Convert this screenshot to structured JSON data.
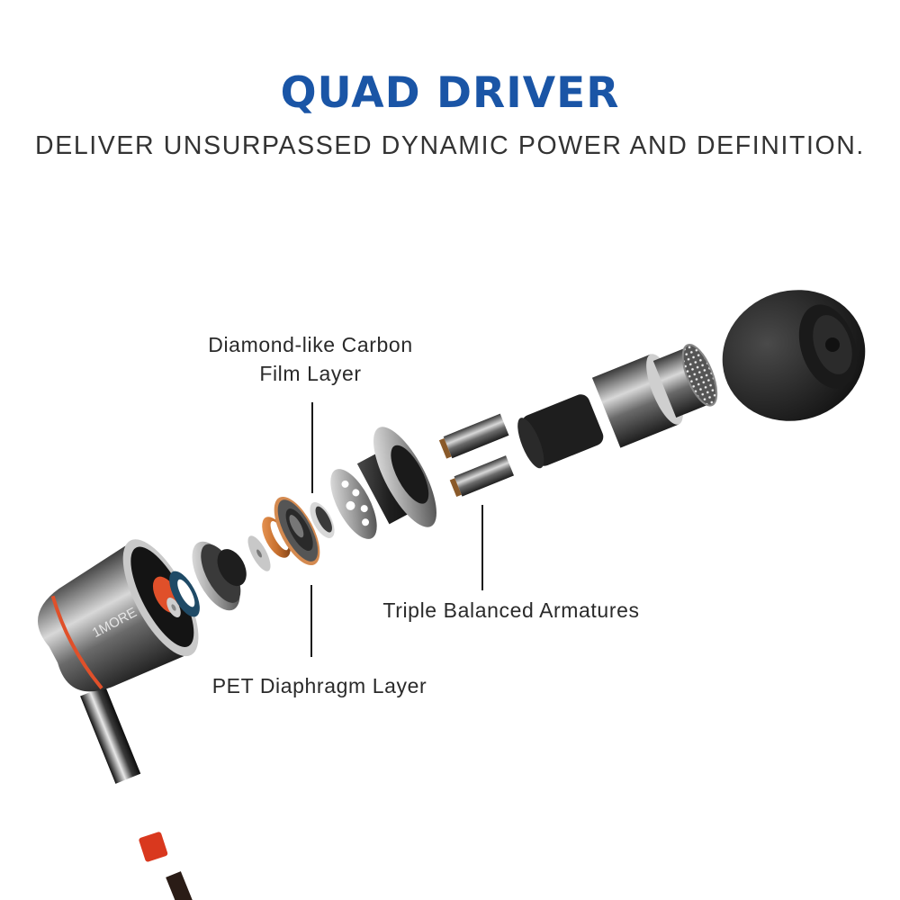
{
  "header": {
    "title": "QUAD DRIVER",
    "subtitle": "DELIVER UNSURPASSED DYNAMIC POWER AND DEFINITION."
  },
  "callouts": [
    {
      "id": "dlc",
      "line1": "Diamond-like Carbon",
      "line2": "Film Layer"
    },
    {
      "id": "triple",
      "line1": "Triple Balanced Armatures"
    },
    {
      "id": "pet",
      "line1": "PET Diaphragm Layer"
    }
  ],
  "product": {
    "brand_mark": "1MORE",
    "illustration": "exploded-view-earphone"
  },
  "colors": {
    "title": "#1a55a6",
    "text": "#2a2a2a",
    "accent_orange": "#e0502a",
    "copper": "#c8702e",
    "blue_ring": "#1f4a66",
    "dark_metal": "#2b2b2b"
  }
}
